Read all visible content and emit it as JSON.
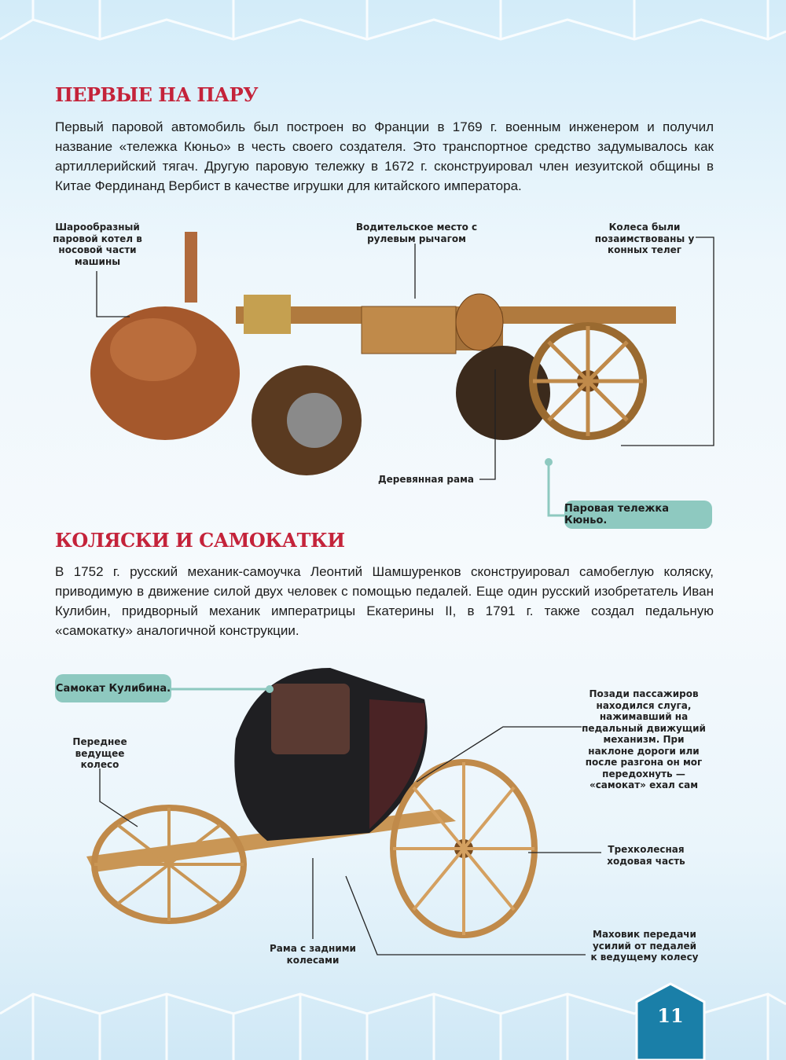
{
  "section1": {
    "title": "ПЕРВЫЕ НА ПАРУ",
    "paragraph": "Первый паровой автомобиль был построен во Франции в 1769 г. военным инженером и получил название «тележка Кюньо» в честь своего создателя. Это транспортное средство задумывалось как артиллерийский тягач. Другую паровую тележку в 1672 г. сконструировал член иезуитской общины в Китае Фердинанд Вербист в качестве игрушки для китайского императора.",
    "labels": {
      "boiler": "Шарообразный паровой котел в носовой части машины",
      "driver_seat": "Водительское место с рулевым рычагом",
      "wheels": "Колеса были позаимствованы у конных телег",
      "frame": "Деревянная рама"
    },
    "caption": "Паровая тележка Кюньо."
  },
  "section2": {
    "title": "КОЛЯСКИ И САМОКАТКИ",
    "paragraph": "В 1752 г. русский механик-самоучка Леонтий Шамшуренков сконструировал самобеглую коляску, приводимую в движение силой двух человек с помощью педалей. Еще один русский изобретатель Иван Кулибин, придворный механик императрицы Екатерины II, в 1791 г. также создал педальную «самокатку» аналогичной конструкции.",
    "caption": "Самокат Кулибина.",
    "labels": {
      "front_wheel": "Переднее ведущее колесо",
      "servant": "Позади пассажиров находился слуга, нажимавший на педальный движущий механизм. При наклоне дороги или после разгона он мог передохнуть — «самокат» ехал сам",
      "three_wheels": "Трехколесная ходовая часть",
      "frame": "Рама с задними колесами",
      "flywheel": "Маховик передачи усилий от педалей к ведущему колесу"
    }
  },
  "page_number": "11",
  "colors": {
    "heading": "#c4233a",
    "caption_pill": "#8ec9c0",
    "page_tab": "#1a7fa8"
  }
}
